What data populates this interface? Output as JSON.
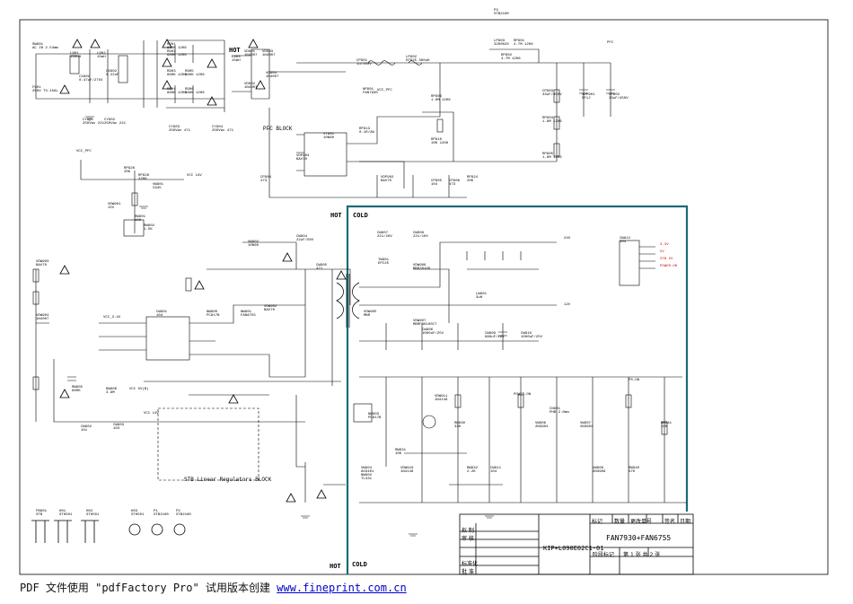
{
  "footer": {
    "prefix": "PDF 文件使用 \"pdfFactory Pro\" 试用版本创建 ",
    "link": "www.fineprint.com.cn"
  },
  "zones": {
    "hot_top": "HOT",
    "hot_mid": "HOT",
    "cold_mid": "COLD",
    "hot_bottom": "HOT",
    "cold_bottom": "COLD"
  },
  "blocks": {
    "pfc_block": "PFC BLOCK",
    "stb_block": "STB Linear Regulators BLOCK"
  },
  "nets": {
    "vcc_pfc_1": "VCC_PFC",
    "vcc_pfc_2": "VCC_PFC",
    "vcc_14v": "VCC 14V",
    "pfc_top": "PFC",
    "out_24v": "24V",
    "out_12v": "12V",
    "vcc_3v3": "3.3V",
    "vcc_5v": "5V",
    "power_on": "POWER-ON",
    "power_on_2": "POWER-ON",
    "ps_on": "PS-ON",
    "stb_5v": "STB 5V",
    "fb_sense": "VCC_3.4V",
    "io_a": "VCC 5V(B)",
    "io_b": "VCC 14V"
  },
  "components": [
    {
      "ref": "SW901",
      "val": "AC IN 2.54mm"
    },
    {
      "ref": "F901",
      "val": "250V T3.15AL"
    },
    {
      "ref": "L901",
      "val": "150uH"
    },
    {
      "ref": "L902",
      "val": "15mH"
    },
    {
      "ref": "CX901",
      "val": "0.47uF/275V"
    },
    {
      "ref": "CX902",
      "val": "0.22uF"
    },
    {
      "ref": "CY901",
      "val": "250Vac 221"
    },
    {
      "ref": "CY902",
      "val": "250Vac 221"
    },
    {
      "ref": "CY903",
      "val": "250Vac 471"
    },
    {
      "ref": "CY904",
      "val": "250Vac 471"
    },
    {
      "ref": "R901",
      "val": "680K 1206"
    },
    {
      "ref": "R902",
      "val": "680K 1206"
    },
    {
      "ref": "R903",
      "val": "680K 1206"
    },
    {
      "ref": "R904",
      "val": "680K 1206"
    },
    {
      "ref": "R905",
      "val": "680K 1206"
    },
    {
      "ref": "R906",
      "val": "680K 1206"
    },
    {
      "ref": "L903",
      "val": "15mH"
    },
    {
      "ref": "VD901",
      "val": "1N4007"
    },
    {
      "ref": "VD902",
      "val": "1N4007"
    },
    {
      "ref": "VD903",
      "val": "1N4007"
    },
    {
      "ref": "VD904",
      "val": "1N4007"
    },
    {
      "ref": "CP901",
      "val": "1u/450V"
    },
    {
      "ref": "LP902",
      "val": "EFD25 300uH"
    },
    {
      "ref": "LP903",
      "val": "320002S"
    },
    {
      "ref": "RP901",
      "val": "4.7M 1206"
    },
    {
      "ref": "RP902",
      "val": "4.7M 1206"
    },
    {
      "ref": "VDP901",
      "val": "SF1J"
    },
    {
      "ref": "CP902",
      "val": "33uF/450V"
    },
    {
      "ref": "CP903",
      "val": "33uF/450V"
    },
    {
      "ref": "RP904",
      "val": "1.8M 1206"
    },
    {
      "ref": "RP905",
      "val": "1.8M 1206"
    },
    {
      "ref": "RP906",
      "val": "1.8M 1206"
    },
    {
      "ref": "VT901",
      "val": "10N60"
    },
    {
      "ref": "NP901",
      "val": "FAN7930"
    },
    {
      "ref": "RP910",
      "val": "10K 1206"
    },
    {
      "ref": "RP913",
      "val": "0.1R/2W"
    },
    {
      "ref": "VDP902",
      "val": "BAV70"
    },
    {
      "ref": "VDP903",
      "val": "BAV70"
    },
    {
      "ref": "CP904",
      "val": "473"
    },
    {
      "ref": "CP905",
      "val": "104"
    },
    {
      "ref": "CP906",
      "val": "473"
    },
    {
      "ref": "RP924",
      "val": "20K"
    },
    {
      "ref": "RP926",
      "val": "20K"
    },
    {
      "ref": "RP928",
      "val": "220K"
    },
    {
      "ref": "VW901",
      "val": "C945"
    },
    {
      "ref": "VDW901",
      "val": "15V"
    },
    {
      "ref": "RW901",
      "val": "10K"
    },
    {
      "ref": "RW902",
      "val": "1.5K"
    },
    {
      "ref": "CW901",
      "val": "104"
    },
    {
      "ref": "NW900",
      "val": "PC817B"
    },
    {
      "ref": "NW901",
      "val": "FAN6755"
    },
    {
      "ref": "VDW902",
      "val": "BAV70"
    },
    {
      "ref": "VW902",
      "val": "10N60"
    },
    {
      "ref": "VDW903",
      "val": "BAV70"
    },
    {
      "ref": "VDW904",
      "val": "1N4007"
    },
    {
      "ref": "RW905",
      "val": "680K"
    },
    {
      "ref": "RW906",
      "val": "3.9M"
    },
    {
      "ref": "CW902",
      "val": "101"
    },
    {
      "ref": "CW903",
      "val": "103"
    },
    {
      "ref": "CW904",
      "val": "22uF/50V"
    },
    {
      "ref": "CW905",
      "val": "471"
    },
    {
      "ref": "VDW905",
      "val": "MBR"
    },
    {
      "ref": "TW901",
      "val": "EPC25"
    },
    {
      "ref": "VDW906",
      "val": "MBR20100"
    },
    {
      "ref": "VDW907",
      "val": "MBRF30100CT"
    },
    {
      "ref": "CW906",
      "val": "1000uF/25V"
    },
    {
      "ref": "CW907",
      "val": "221/1KV"
    },
    {
      "ref": "CW908",
      "val": "221/1KV"
    },
    {
      "ref": "LW901",
      "val": "3uH"
    },
    {
      "ref": "CW909",
      "val": "680uF/16V"
    },
    {
      "ref": "CW910",
      "val": "1000uF/25V"
    },
    {
      "ref": "VW904",
      "val": "AO3401"
    },
    {
      "ref": "NW902",
      "val": "TL431"
    },
    {
      "ref": "NW903",
      "val": "PC817B"
    },
    {
      "ref": "VDW910",
      "val": "1N4148"
    },
    {
      "ref": "VDW911",
      "val": "1N4148"
    },
    {
      "ref": "RW930",
      "val": "33K"
    },
    {
      "ref": "RW931",
      "val": "10K"
    },
    {
      "ref": "RW932",
      "val": "2.2K"
    },
    {
      "ref": "CW911",
      "val": "104"
    },
    {
      "ref": "VW906",
      "val": "2N3904"
    },
    {
      "ref": "VW907",
      "val": "2N3904"
    },
    {
      "ref": "VW908",
      "val": "2N3906"
    },
    {
      "ref": "RW940",
      "val": "47K"
    },
    {
      "ref": "RW941",
      "val": "10K"
    },
    {
      "ref": "CW912",
      "val": "104"
    },
    {
      "ref": "CN901",
      "val": "PHB 2.0mm"
    },
    {
      "ref": "FB901",
      "val": "STB"
    },
    {
      "ref": "H01",
      "val": "STH501"
    },
    {
      "ref": "H02",
      "val": "STH501"
    },
    {
      "ref": "H03",
      "val": "STH501"
    },
    {
      "ref": "P1",
      "val": "STB2100"
    },
    {
      "ref": "P2",
      "val": "STB2100"
    },
    {
      "ref": "P3",
      "val": "STB2100"
    }
  ],
  "title_block": {
    "mark_label": "标记",
    "count_label": "数量",
    "change_label": "更改单号",
    "sign_label": "签名",
    "date_label": "日期",
    "drawn": "拟 制",
    "checked": "审 核",
    "standard": "标准化",
    "approved": "批 准",
    "model": "FAN7930+FAN6755",
    "drawing_no": "KIP+L090E02C1-01",
    "stage_label": "阶段标记",
    "sheet_prefix": "第",
    "sheet_no": "1",
    "sheet_mid": "张 共",
    "sheet_total": "2",
    "sheet_suffix": "张"
  }
}
